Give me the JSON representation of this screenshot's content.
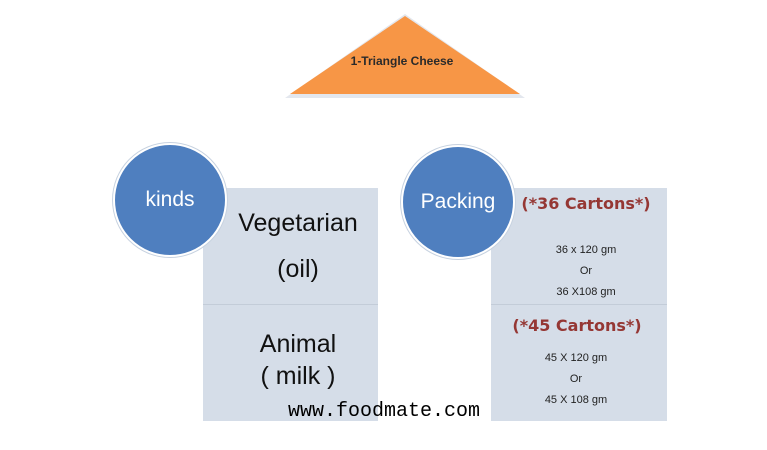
{
  "title": "1-Triangle Cheese",
  "kinds": {
    "label": "kinds",
    "items": [
      {
        "line1": "Vegetarian",
        "line2": "(oil)"
      },
      {
        "line1": "Animal",
        "line2": "( milk )"
      }
    ]
  },
  "packing": {
    "label": "Packing",
    "groups": [
      {
        "title": "(*36 Cartons*)",
        "line1": "36 x 120 gm",
        "or": "Or",
        "line2": "36 X108 gm"
      },
      {
        "title": "(*45 Cartons*)",
        "line1": "45 X 120 gm",
        "or": "Or",
        "line2": "45 X 108 gm"
      }
    ]
  },
  "website": "www.foodmate.com",
  "colors": {
    "triangle": "#f79646",
    "circle": "#4f7fbf",
    "box": "#d5dde8",
    "carton_title": "#953734"
  }
}
